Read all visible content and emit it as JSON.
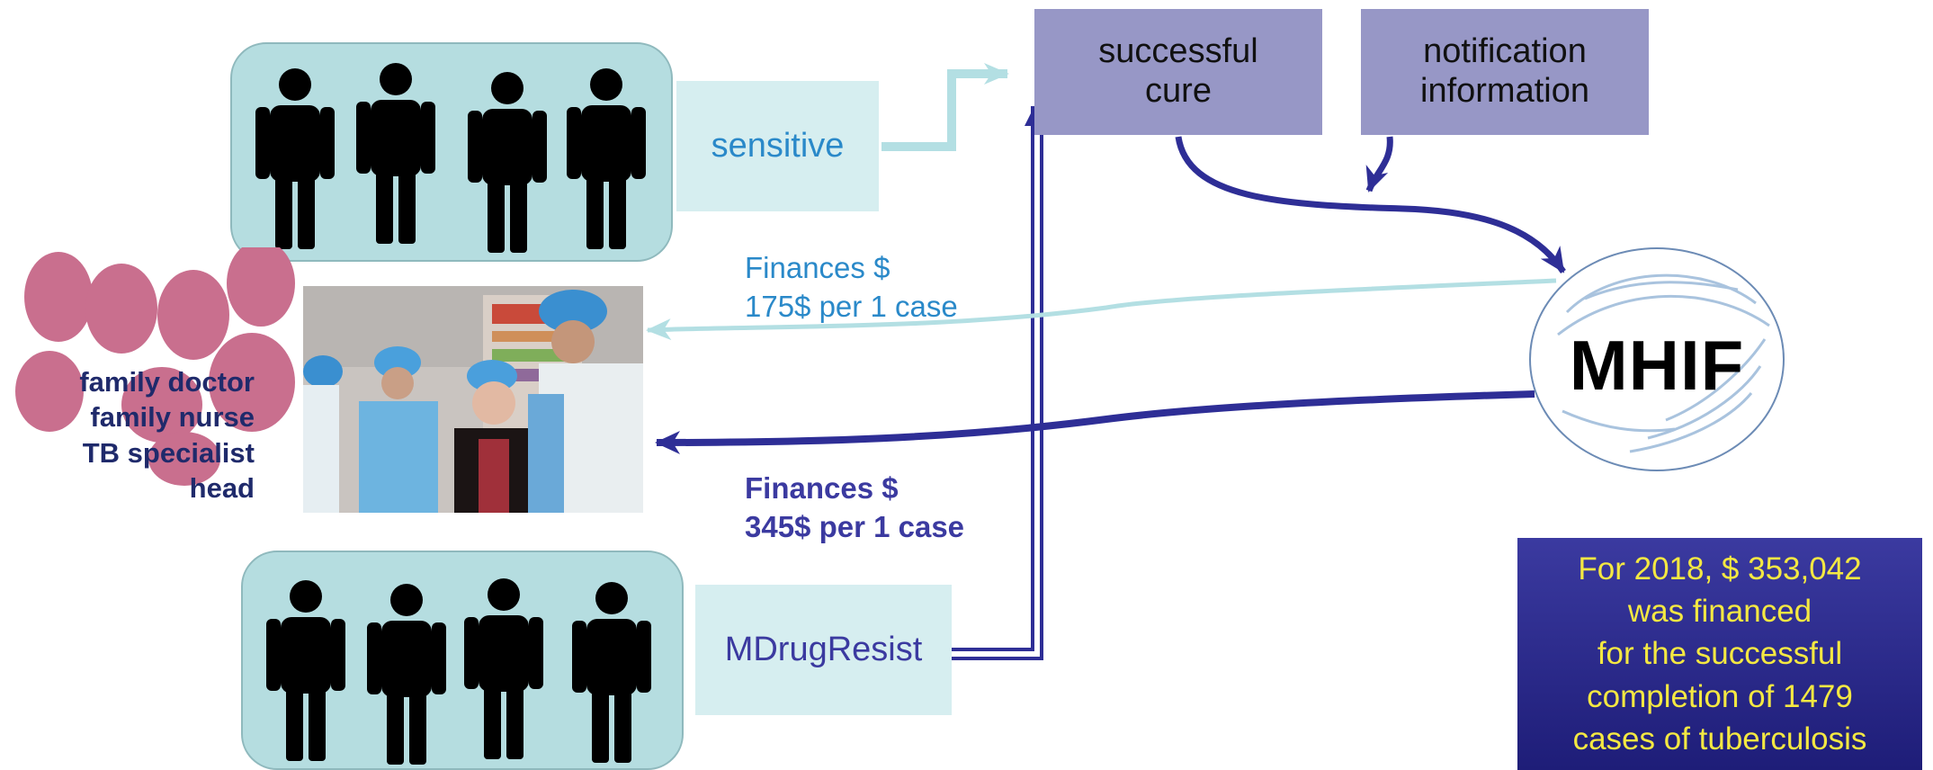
{
  "boxes": {
    "successful_cure": "successful\ncure",
    "notification_information": "notification\ninformation"
  },
  "groups": {
    "sensitive": "sensitive",
    "mdr": "MDrugResist"
  },
  "finances": {
    "sensitive_line1": "Finances $",
    "sensitive_line2": "175$ per 1 case",
    "mdr_line1": "Finances $",
    "mdr_line2": "345$ per 1 case"
  },
  "staff": [
    "family doctor",
    "family nurse",
    "TB specialist",
    "head"
  ],
  "mhif": "MHIF",
  "summary": [
    "For 2018, $ 353,042",
    "was financed",
    "for the successful",
    "completion of 1479",
    "cases of tuberculosis"
  ],
  "colors": {
    "light_arrow": "#b3dfe3",
    "dark_arrow": "#2e2e96",
    "top_box": "#9797c6",
    "group_box": "#b5dde0",
    "label_box": "#d6eef0",
    "sensitive_text": "#2a89c9",
    "mdr_text": "#3b3aa0",
    "staff_text": "#1f2a6b",
    "summary_text": "#f4e842",
    "paw": "#c96f8e"
  },
  "icons": [
    "person-icon",
    "paw-icon",
    "clinic-photo",
    "dove-logo"
  ]
}
